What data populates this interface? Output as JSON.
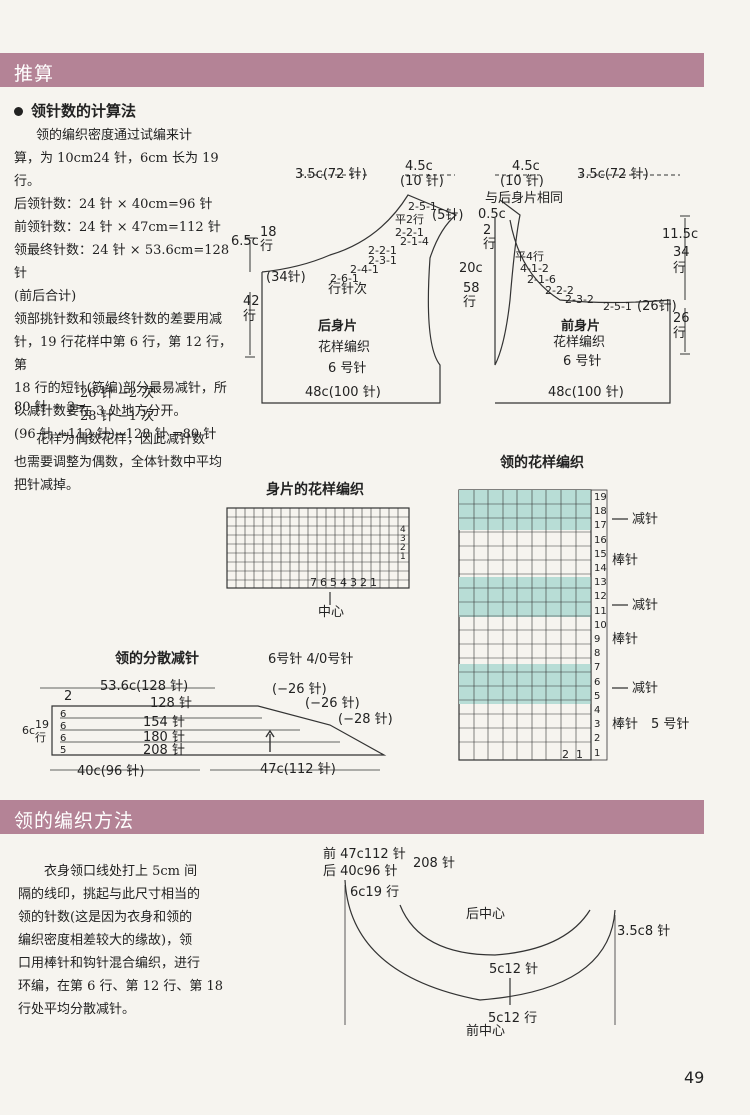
{
  "section1": {
    "title": "推算"
  },
  "section2": {
    "title": "领的编织方法"
  },
  "neck_calc": {
    "heading": "领针数的计算法",
    "lines": [
      "领的编织密度通过试编来计",
      "算，为 10cm24 针，6cm 长为 19 行。",
      "后领针数：24 针 × 40cm=96 针",
      "前领针数：24 针 × 47cm=112 针",
      "领最终针数：24 针 × 53.6cm=128 针",
      "(前后合计)",
      "领部挑针数和领最终针数的差要用减",
      "针，19 行花样中第 6 行，第 12 行，第",
      "18 行的短针(筋编)部分最易减针，所",
      "以减针数要在 3 处地方分开。",
      "(96 针 +112 针)−128 针 =80 针",
      "80 针 ÷ 3=",
      "26 针 −2 次",
      "28 针 −1 次",
      "花样为偶数花样，因此减针数",
      "也需要调整为偶数，全体针数中平均",
      "把针减掉。"
    ]
  },
  "back_piece": {
    "title": "后身片",
    "pattern": "花样编织",
    "needle": "6 号针",
    "labels": [
      "3.5c(72 针)",
      "4.5c",
      "(10 针)",
      "2-5-1",
      "平2行",
      "2-2-1",
      "2-1-4",
      "2-2-1",
      "2-3-1",
      "2-4-1",
      "2-6-1",
      "行针次",
      "6.5c",
      "18",
      "行",
      "(34针)",
      "42",
      "行",
      "48c(100 针)"
    ]
  },
  "front_piece": {
    "title": "前身片",
    "pattern": "花样编织",
    "needle": "6 号针",
    "labels": [
      "4.5c",
      "(10 针)",
      "3.5c(72 针)",
      "与后身片相同",
      "(5针)",
      "0.5c",
      "2",
      "行",
      "20c",
      "58",
      "行",
      "平4行",
      "4-1-2",
      "2-1-6",
      "2-2-2",
      "2-3-2",
      "2-5-1",
      "(26针)",
      "11.5c",
      "34",
      "行",
      "26",
      "行",
      "48c(100 针)"
    ]
  },
  "body_pattern": {
    "title": "身片的花样编织",
    "center": "中心",
    "col_numbers": [
      "7",
      "6",
      "5",
      "4",
      "3",
      "2",
      "1"
    ],
    "row_numbers": [
      "4",
      "3",
      "2",
      "1"
    ]
  },
  "collar_pattern": {
    "title": "领的花样编织",
    "annotations": [
      "减针",
      "棒针",
      "减针",
      "棒针",
      "减针",
      "棒针　5 号针"
    ],
    "row_numbers": [
      "19",
      "18",
      "17",
      "16",
      "15",
      "14",
      "13",
      "12",
      "11",
      "10",
      "9",
      "8",
      "7",
      "6",
      "5",
      "4",
      "3",
      "2",
      "1"
    ],
    "bottom_numbers": [
      "2",
      "1"
    ]
  },
  "collar_decrease": {
    "title": "领的分散减针",
    "needle": "6号针 4/0号针",
    "labels": [
      "53.6c(128 针)",
      "(−26 针)",
      "(−26 针)",
      "(−28 针)",
      "2",
      "19",
      "行",
      "6c",
      "6",
      "6",
      "6",
      "5",
      "128 针",
      "154 针",
      "180 针",
      "208 针",
      "40c(96 针)",
      "47c(112 针)"
    ]
  },
  "method": {
    "lines": [
      "衣身领口线处打上 5cm 间",
      "隔的线印，挑起与此尺寸相当的",
      "领的针数(这是因为衣身和领的",
      "编织密度相差较大的缘故)，领",
      "口用棒针和钩针混合编织，进行",
      "环编，在第 6 行、第 12 行、第 18",
      "行处平均分散减针。"
    ],
    "labels": [
      "前 47c112 针",
      "后 40c96 针",
      "208 针",
      "6c19 行",
      "后中心",
      "3.5c8 针",
      "5c12 针",
      "5c12 行",
      "前中心"
    ]
  },
  "page_number": "49"
}
